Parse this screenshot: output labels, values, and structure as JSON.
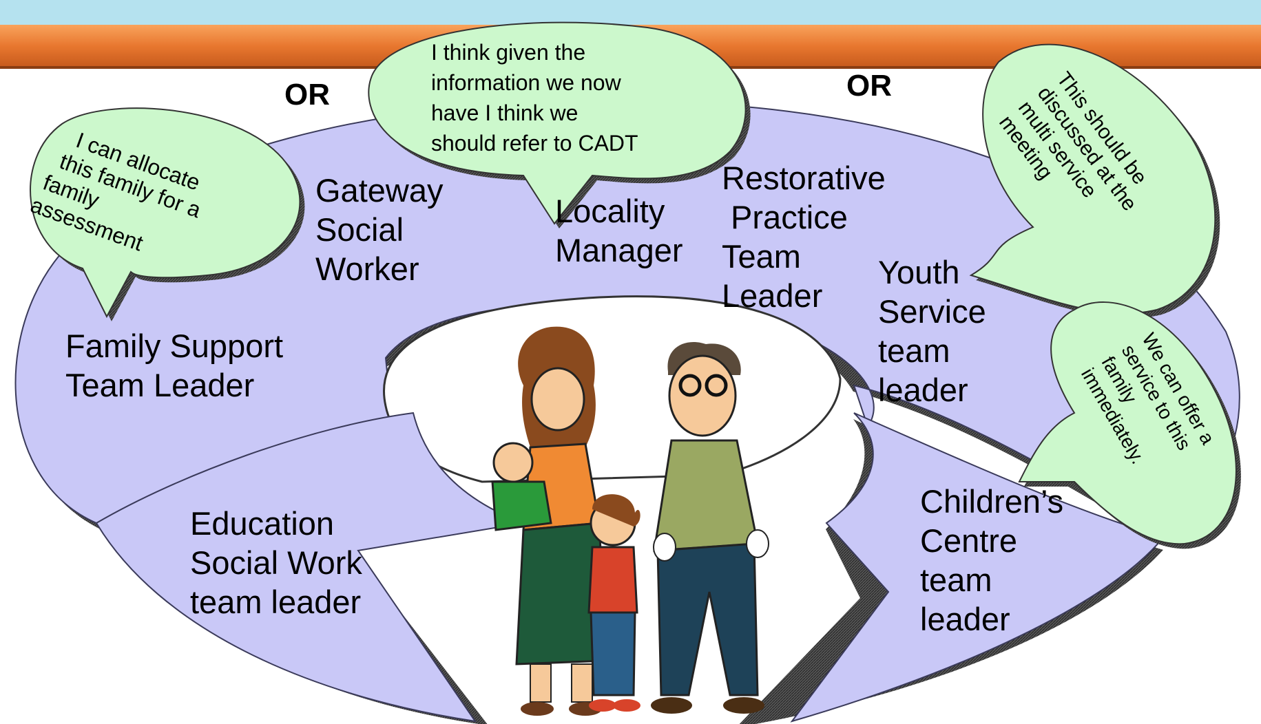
{
  "separators": [
    "OR",
    "OR"
  ],
  "roles": {
    "family_support": [
      "Family Support",
      "Team Leader"
    ],
    "gateway": [
      "Gateway",
      "Social",
      "Worker"
    ],
    "locality": [
      "Locality",
      "Manager"
    ],
    "restorative": [
      "Restorative",
      " Practice",
      "Team",
      "Leader"
    ],
    "youth": [
      "Youth",
      "Service",
      "team",
      "leader"
    ],
    "childrens_centre": [
      "Children’s",
      "Centre",
      "team",
      "leader"
    ],
    "education": [
      "Education",
      "Social Work",
      "team leader"
    ]
  },
  "bubbles": {
    "family_support": [
      "I can allocate",
      "this family for a",
      "family",
      "assessment"
    ],
    "locality": [
      "I think given the",
      "information we now",
      "have I think we",
      "should refer to CADT"
    ],
    "youth": [
      "This should be",
      "discussed at the",
      "multi service",
      "meeting"
    ],
    "childrens_centre": [
      "We can offer a",
      "service to this",
      "family",
      "immediately."
    ]
  },
  "colors": {
    "ring": "#c9c8f7",
    "ring_shadow": "#4a4a4a",
    "bubble": "#ccf8cc",
    "header_sky": "#b5e2ef",
    "header_band": "#e8772f"
  },
  "illustration": "family-clipart"
}
